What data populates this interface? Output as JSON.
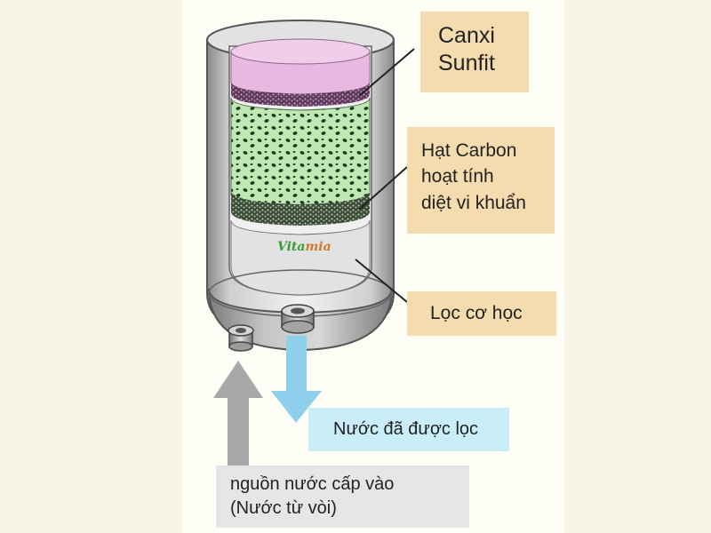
{
  "labels": {
    "canxi": [
      "Canxi",
      "Sunfit"
    ],
    "carbon": [
      "Hạt Carbon",
      "hoạt tính",
      "diệt vi khuẩn"
    ],
    "loc": "Lọc cơ học",
    "nuoc_loc": "Nước đã được lọc",
    "nguon": [
      "nguồn nước cấp vào",
      "(Nước từ vòi)"
    ]
  },
  "logo": {
    "part1": "Vita",
    "part2": "mia"
  },
  "colors": {
    "calcium_layer": "#e8b8e0",
    "carbon_layer": "#bfe8b4",
    "mechanical_filter": "#e4e4e4",
    "filtered_water_arrow": "#8ed0ec",
    "source_arrow": "#a8a8a8",
    "label_bg": "#f4dcae"
  }
}
